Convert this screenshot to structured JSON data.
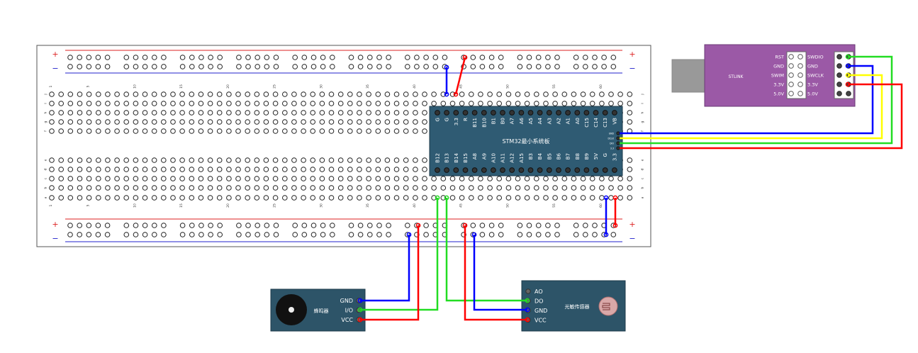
{
  "breadboard": {
    "rail_plus": "+",
    "rail_minus": "−",
    "column_numbers": [
      "1",
      "5",
      "10",
      "15",
      "20",
      "25",
      "30",
      "35",
      "40",
      "45",
      "50",
      "55",
      "60"
    ],
    "row_letters_top": [
      "j",
      "i",
      "h",
      "g",
      "f"
    ],
    "row_letters_bottom": [
      "e",
      "d",
      "c",
      "b",
      "a"
    ]
  },
  "stm32": {
    "title": "STM32最小系统板",
    "top_pins": [
      "G",
      "G",
      "3.3",
      "R",
      "B11",
      "B10",
      "B1",
      "B0",
      "A7",
      "A6",
      "A5",
      "A4",
      "A3",
      "A2",
      "A1",
      "A0",
      "C15",
      "C14",
      "C13",
      "VB"
    ],
    "bottom_pins": [
      "B12",
      "B13",
      "B14",
      "B15",
      "A8",
      "A9",
      "A10",
      "A11",
      "A12",
      "A15",
      "B3",
      "B4",
      "B5",
      "B6",
      "B7",
      "B8",
      "B9",
      "5V",
      "G",
      "3.3"
    ],
    "swd_pins": [
      "GND",
      "DCLK",
      "DIO",
      "3.3"
    ]
  },
  "stlink": {
    "label": "STLINK",
    "left_labels": [
      "RST",
      "GND",
      "SWIM",
      "3.3V",
      "5.0V"
    ],
    "right_labels": [
      "SWDIO",
      "GND",
      "SWCLK",
      "3.3V",
      "5.0V"
    ]
  },
  "buzzer": {
    "label": "蜂鸣器",
    "pins": [
      "GND",
      "I/O",
      "VCC"
    ]
  },
  "light_sensor": {
    "label": "光敏传感器",
    "pins": [
      "AO",
      "DO",
      "GND",
      "VCC"
    ]
  },
  "colors": {
    "wire_blue": "#0000ff",
    "wire_red": "#ff0000",
    "wire_green": "#22dd22",
    "wire_yellow": "#ffff00",
    "stm32_board": "#2f5b73",
    "module_board": "#2d5468",
    "stlink_body": "#9b59a6",
    "usb_plug": "#999999"
  }
}
